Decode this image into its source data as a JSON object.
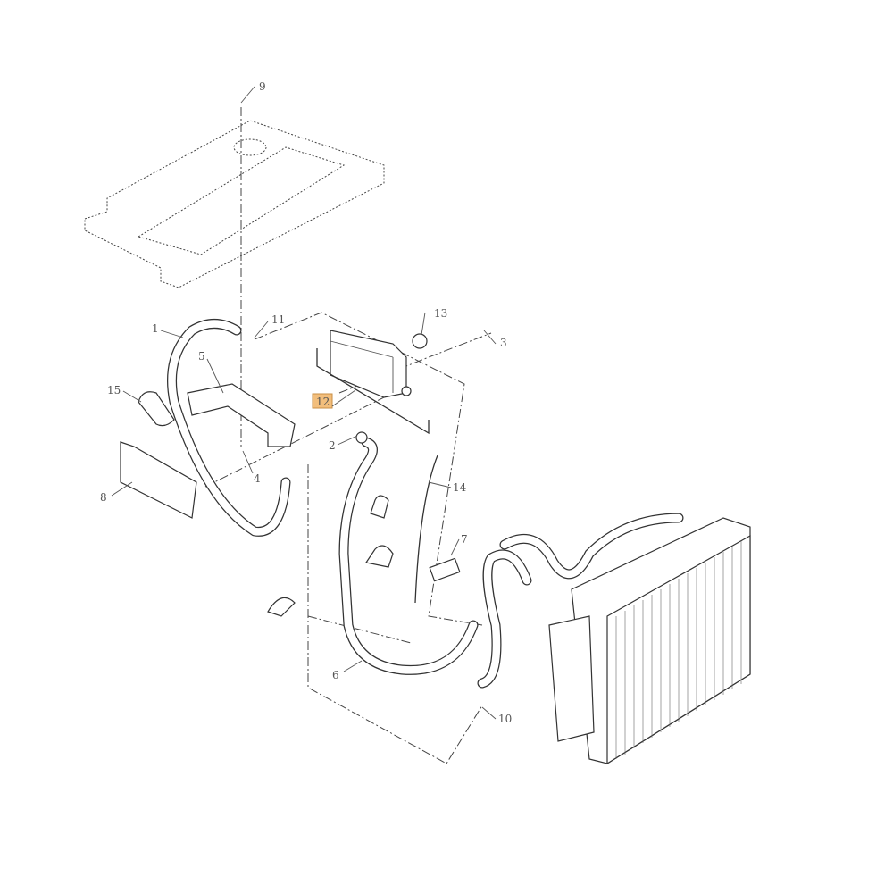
{
  "diagram": {
    "callouts": [
      {
        "id": "9",
        "label": "9"
      },
      {
        "id": "11",
        "label": "11"
      },
      {
        "id": "13",
        "label": "13"
      },
      {
        "id": "3",
        "label": "3"
      },
      {
        "id": "1",
        "label": "1"
      },
      {
        "id": "5",
        "label": "5"
      },
      {
        "id": "15",
        "label": "15"
      },
      {
        "id": "12",
        "label": "12",
        "highlighted": true
      },
      {
        "id": "2",
        "label": "2"
      },
      {
        "id": "4",
        "label": "4"
      },
      {
        "id": "8",
        "label": "8"
      },
      {
        "id": "14",
        "label": "14"
      },
      {
        "id": "7",
        "label": "7"
      },
      {
        "id": "6",
        "label": "6"
      },
      {
        "id": "10",
        "label": "10"
      }
    ],
    "highlight_color": "#f2be7c"
  }
}
